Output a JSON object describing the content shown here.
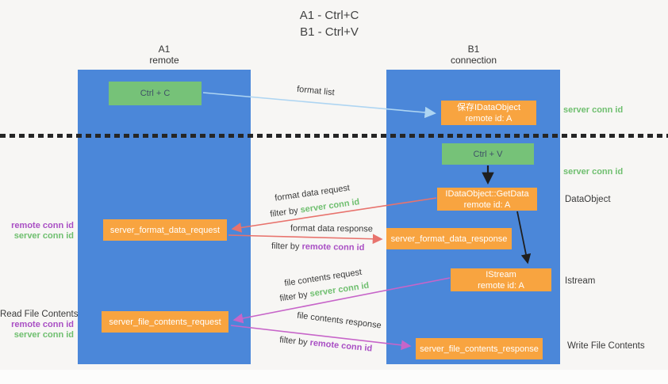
{
  "title": {
    "line1": "A1 - Ctrl+C",
    "line2": "B1 - Ctrl+V"
  },
  "lanes": {
    "left": {
      "name": "A1",
      "subtitle": "remote"
    },
    "right": {
      "name": "B1",
      "subtitle": "connection"
    }
  },
  "nodes": {
    "ctrl_c": "Ctrl + C",
    "ctrl_v": "Ctrl + V",
    "save_dataobject": {
      "line1": "保存IDataObject",
      "line2": "remote id: A"
    },
    "getdata": {
      "line1": "IDataObject::GetData",
      "line2": "remote id: A"
    },
    "istream": {
      "line1": "IStream",
      "line2": "remote id: A"
    },
    "server_format_data_request": "server_format_data_request",
    "server_format_data_response": "server_format_data_response",
    "server_file_contents_request": "server_file_contents_request",
    "server_file_contents_response": "server_file_contents_response"
  },
  "messages": {
    "format_list": "format list",
    "format_data_request": {
      "label": "format data request",
      "filter_prefix": "filter by ",
      "filter_key": "server conn id"
    },
    "format_data_response": {
      "label": "format data response",
      "filter_prefix": "filter by ",
      "filter_key": "remote conn id"
    },
    "file_contents_request": {
      "label": "file contents request",
      "filter_prefix": "filter by ",
      "filter_key": "server conn id"
    },
    "file_contents_response": {
      "label": "file contents response",
      "filter_prefix": "filter by ",
      "filter_key": "remote conn id"
    }
  },
  "side_labels": {
    "right_server_conn_id_top": "server conn id",
    "right_server_conn_id_mid": "server conn id",
    "right_dataobject": "DataObject",
    "right_istream": "Istream",
    "right_write_file_contents": "Write File Contents",
    "left_remote_conn_id_1": "remote conn id",
    "left_server_conn_id_1": "server conn id",
    "left_read_file_contents": "Read File Contents",
    "left_remote_conn_id_2": "remote conn id",
    "left_server_conn_id_2": "server conn id"
  },
  "colors": {
    "lane_blue": "#4b87d9",
    "box_green": "#76c278",
    "box_orange": "#f8a440",
    "text_green": "#6fbf6f",
    "text_purple": "#a94fc4",
    "arrow_light_blue": "#aed5f2",
    "arrow_salmon": "#e8736d",
    "arrow_orchid": "#c765c9",
    "arrow_black": "#1f1f1f"
  }
}
